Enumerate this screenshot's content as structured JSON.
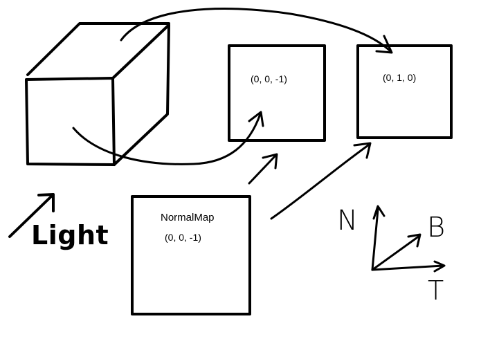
{
  "light_label": "Light",
  "box_top_vector": "(0, 0, -1)",
  "box_right_vector": "(0, 1, 0)",
  "normal_map": {
    "title": "NormalMap",
    "vector": "(0, 0, -1)"
  },
  "axes": {
    "n": "N",
    "b": "B",
    "t": "T"
  }
}
